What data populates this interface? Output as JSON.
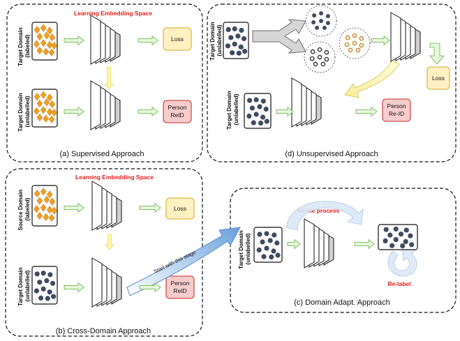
{
  "panels": {
    "a": {
      "caption": "(a) Supervised Approach",
      "space_label": "Learning Embedding Space",
      "input_top": [
        "Target Domain",
        "(labeled)"
      ],
      "input_bottom": [
        "Target Domain",
        "(unlabelled)"
      ],
      "loss_label": "Loss",
      "output_label": [
        "Person",
        "ReID"
      ]
    },
    "b": {
      "caption": "(b) Cross-Domain Approach",
      "space_label": "Learning Embedding Space",
      "input_top": [
        "Source Domain",
        "(labeled)"
      ],
      "input_bottom": [
        "Target Domain",
        "(unlabelled)"
      ],
      "loss_label": "Loss",
      "output_label": [
        "Person",
        "ReID"
      ],
      "arrow_label": "Start with this stage"
    },
    "c": {
      "caption": "(c) Domain Adapt. Approach",
      "input": [
        "Target Domain",
        "(unlabelled)"
      ],
      "iterate_label": "Iterate process",
      "relabel_label": "Re-label"
    },
    "d": {
      "caption": "(d) Unsupervised Approach",
      "input_top": [
        "Target Domain",
        "(unlabelled)"
      ],
      "input_bottom": [
        "Target Domain",
        "(unlabelled)"
      ],
      "loss_label": "Loss",
      "output_label": [
        "Person",
        "Re-ID"
      ]
    }
  },
  "colors": {
    "diamond": "#f0a020",
    "dot": "#3f4b5e",
    "arrow_green": "#7fc060",
    "loss_fill": "#fff2c2",
    "loss_stroke": "#e0b848",
    "reid_fill": "#f6cccc",
    "reid_stroke": "#d05050",
    "title_red": "#e31b1b"
  }
}
